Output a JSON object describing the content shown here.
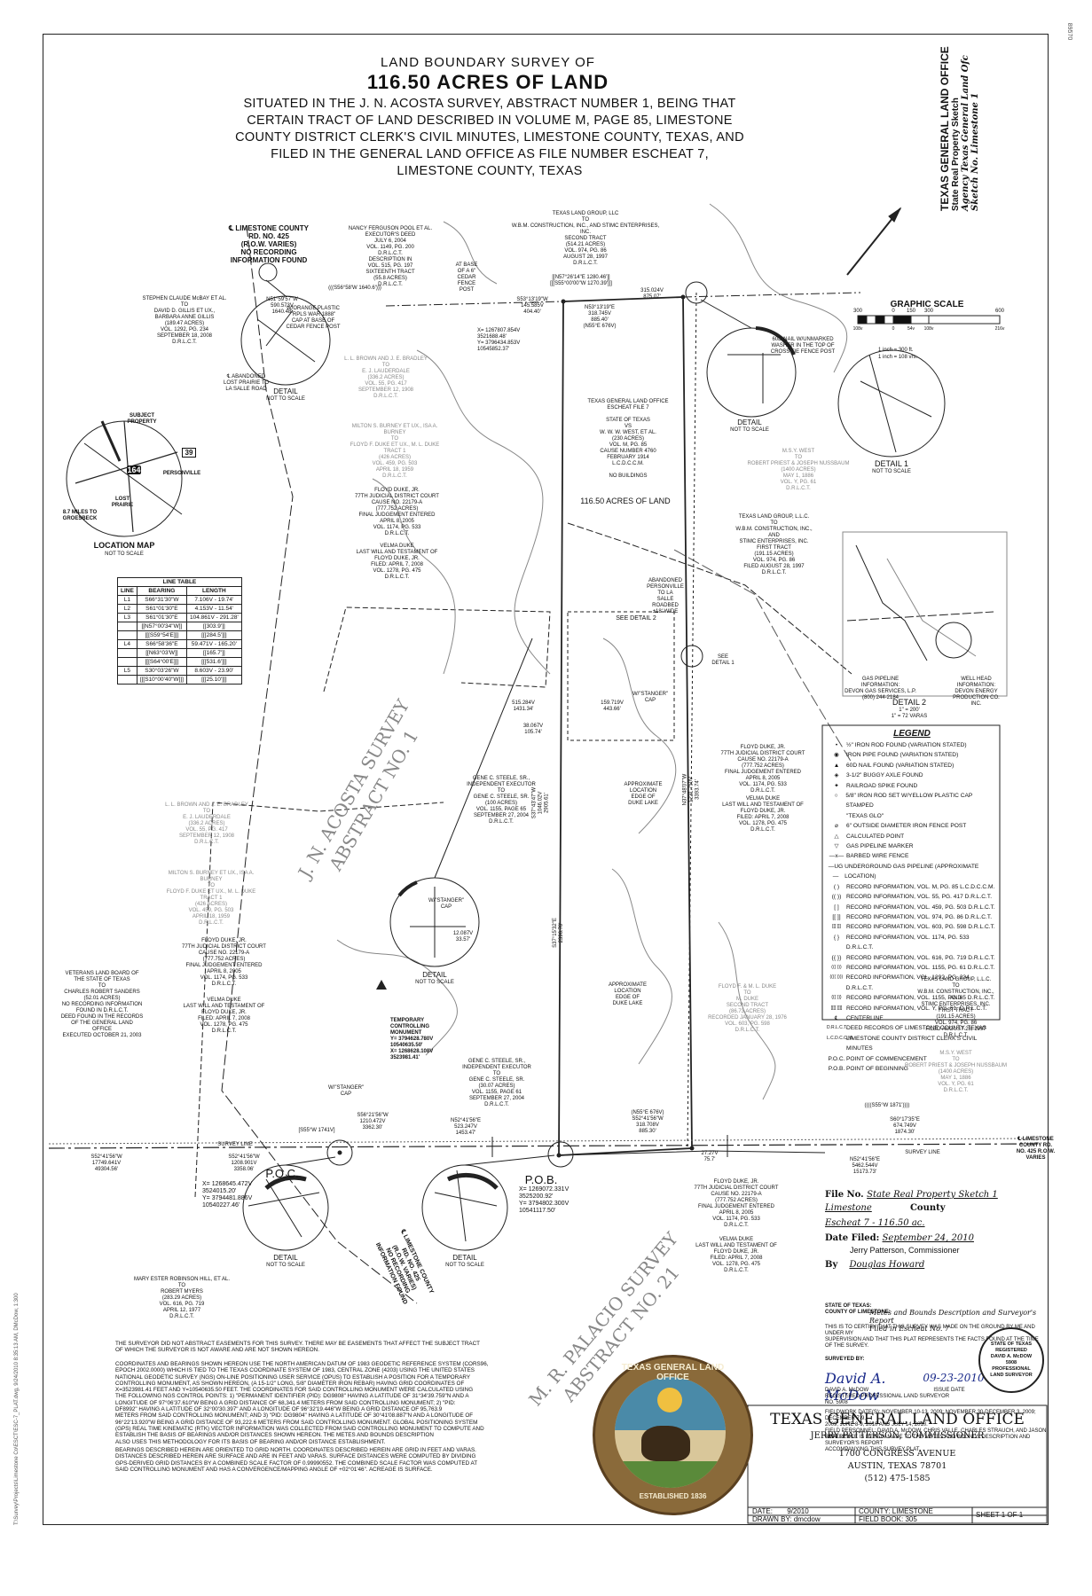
{
  "header": {
    "title_small": "LAND BOUNDARY SURVEY OF",
    "title_main": "116.50 ACRES OF LAND",
    "subtitle": "SITUATED IN THE J. N. ACOSTA SURVEY, ABSTRACT NUMBER 1, BEING THAT\nCERTAIN TRACT OF LAND DESCRIBED IN VOLUME M, PAGE 85, LIMESTONE\nCOUNTY DISTRICT CLERK'S CIVIL MINUTES, LIMESTONE COUNTY, TEXAS, AND\nFILED IN THE GENERAL LAND OFFICE AS FILE NUMBER ESCHEAT 7,\nLIMESTONE COUNTY, TEXAS"
  },
  "side_stamp": {
    "org": "TEXAS GENERAL LAND OFFICE",
    "line1": "State Real Property Sketch",
    "line2": "Agency  Texas General Land Ofc",
    "line3": "Sketch No.  Limestone 1"
  },
  "corner_note": "89570",
  "road_label": "℄ LIMESTONE COUNTY\nRD. NO. 425\n(R.O.W. VARIES)\nNO RECORDING\nINFORMATION FOUND",
  "road_label_2": "℄ LIMESTONE COUNTY\nRD. NO. 425\n(R.O.W. VARIES)\nNO RECORDING\nINFORMATION FOUND",
  "neighbors": {
    "ferguson": "NANCY FERGUSON POOL ET AL.\nEXECUTOR'S DEED\nJULY 6, 2004\nVOL. 1149, PG. 200\nD.R.L.C.T.\nDESCRIPTION IN\nVOL. 515, PG. 197\nSIXTEENTH TRACT\n(55.8 ACRES)\nD.R.L.C.T.",
    "texas_land_top": "TEXAS LAND GROUP, LLC\nTO\nW.B.M. CONSTRUCTION, INC., AND STIMC ENTERPRISES,\nINC.\nSECOND TRACT\n(514.21 ACRES)\nVOL. 974, PG. 86\nAUGUST 28, 1997\nD.R.L.C.T.",
    "mcbay": "STEPHEN CLAUDE McBAY ET AL.\nTO\nDAVID D. GILLIS ET UX.,\nBARBARA ANNE GILLIS\n(189.47 ACRES)\nVOL. 1292, PG. 234\nSEPTEMBER 18, 2008\nD.R.L.C.T.",
    "brown_bradley": "L. L. BROWN AND J. E. BRADLEY\nTO\nE. J. LAUDERDALE\n(336.2 ACRES)\nVOL. 55, PG. 417\nSEPTEMBER 12, 1908\nD.R.L.C.T.",
    "burney": "MILTON S. BURNEY ET UX., ISA A.\nBURNEY\nTO\nFLOYD F. DUKE ET UX., M. L. DUKE\nTRACT 1\n(426 ACRES)\nVOL. 459, PG. 503\nAPRIL 18, 1959\nD.R.L.C.T.",
    "floyd_duke": "FLOYD DUKE, JR.\n77TH JUDICIAL DISTRICT COURT\nCAUSE NO. 22179-A\n(777.752 ACRES)\nFINAL JUDGEMENT ENTERED\nAPRIL 8, 2005\nVOL. 1174, PG. 533\nD.R.L.C.T.",
    "velma_duke": "VELMA DUKE\nLAST WILL AND TESTAMENT OF\nFLOYD DUKE, JR.\nFILED: APRIL 7, 2008\nVOL. 1278, PG. 475\nD.R.L.C.T.",
    "state_of_texas": "TEXAS GENERAL LAND OFFICE\nESCHEAT FILE 7\n\nSTATE OF TEXAS\nVS\nW. W. W. WEST, ET AL.\n(230 ACRES)\nVOL. M, PG. 85\nCAUSE NUMBER 4760\nFEBRUARY 1914\nL.C.D.C.C.M.\n\nNO BUILDINGS",
    "tract_area": "116.50 ACRES OF LAND",
    "msy_west": "M.S.Y. WEST\nTO\nROBERT PRIEST & JOSEPH NUSSBAUM\n(1400 ACRES)\nMAY 1, 1886\nVOL. Y, PG. 61\nD.R.L.C.T.",
    "texas_land_first": "TEXAS LAND GROUP, L.L.C.\nTO\nW.B.M. CONSTRUCTION, INC.,\nAND\nSTIMC ENTERPRISES, INC.\nFIRST TRACT\n(191.15 ACRES)\nVOL. 974, PG. 86\nFILED AUGUST 28, 1997\nD.R.L.C.T.",
    "gene_steele": "GENE C. STEELE, SR.,\nINDEPENDENT EXECUTOR\nTO\nGENE C. STEELE, SR.\n(100 ACRES)\nVOL. 1155, PAGE 65\nSEPTEMBER 27, 2004\nD.R.L.C.T.",
    "gene_steele_2": "GENE C. STEELE, SR.,\nINDEPENDENT EXECUTOR\nTO\nGENE C. STEELE, SR.\n(30.07 ACRES)\nVOL. 1155, PAGE 61\nSEPTEMBER 27, 2004\nD.R.L.C.T.",
    "veterans": "VETERANS LAND BOARD OF\nTHE STATE OF TEXAS\nTO\nCHARLES ROBERT SANDERS\n(52.01 ACRES)\nNO RECORDING INFORMATION\nFOUND IN D.R.L.C.T.\nDEED FOUND IN THE RECORDS\nOF THE GENERAL LAND\nOFFICE\nEXECUTED OCTOBER 21, 2003",
    "robinson": "MARY ESTER ROBINSON HILL, ET AL.\nTO\nROBERT MYERS\n(283.29 ACRES)\nVOL. 616, PG. 719\nAPRIL 12, 1977\nD.R.L.C.T.",
    "ml_duke": "FLOYD F. & M. L. DUKE\nTO\nM. DUKE\nSECOND TRACT\n(86.73 ACRES)\nRECORDED JANUARY 28, 1976\nVOL. 603, PG. 598\nD.R.L.C.T."
  },
  "survey_names": {
    "acosta": "J. N. ACOSTA SURVEY\nABSTRACT NO. 1",
    "palacio": "M. R. PALACIO SURVEY\nABSTRACT NO. 21"
  },
  "location_map": {
    "title": "LOCATION MAP",
    "note": "NOT TO SCALE",
    "groesbeck": "8.7 MILES TO\nGROESBECK",
    "personville": "PERSONVILLE",
    "lost_prairie": "LOST\nPRAIRIE",
    "subject": "SUBJECT\nPROPERTY",
    "hwy": "164",
    "fm": "39"
  },
  "line_table": {
    "title": "LINE TABLE",
    "headers": [
      "LINE",
      "BEARING",
      "LENGTH"
    ],
    "rows": [
      [
        "L1",
        "S66°31'30\"W",
        "7.106V - 19.74'"
      ],
      [
        "L2",
        "S61°01'30\"E",
        "4.153V - 11.54'"
      ],
      [
        "L3",
        "S61°01'30\"E",
        "104.861V - 291.28'"
      ],
      [
        "",
        "[[N57°00'34\"W]]",
        "[[303.9']]"
      ],
      [
        "",
        "[[[S59°54'E]]]",
        "[[[284.5']]]"
      ],
      [
        "L4",
        "S66°58'36\"E",
        "59.471V - 165.20'"
      ],
      [
        "",
        "[[N63°03'W]]",
        "[[165.7']]"
      ],
      [
        "",
        "[[[S64°00'E]]]",
        "[[[531.6']]]"
      ],
      [
        "L5",
        "S30°03'26\"W",
        "8.603V - 23.90'"
      ],
      [
        "",
        "[[[S10°00'40\"W]]]",
        "[[[25.10']]]"
      ]
    ]
  },
  "graphic_scale": {
    "title": "GRAPHIC SCALE",
    "ticks": [
      "300",
      "0",
      "150",
      "300",
      "600"
    ],
    "ticks_v": [
      "108v",
      "0",
      "54v",
      "108v",
      "216v"
    ],
    "line1": "1 inch = 300 ft.",
    "line2": "1 inch = 108 vrs."
  },
  "details": {
    "detail_label": "DETAIL",
    "not_to_scale": "NOT TO SCALE",
    "detail1": "DETAIL 1",
    "detail2": "DETAIL 2",
    "detail2_scale": "1\" = 200'\n1\" = 72 VARAS",
    "see_detail_2": "SEE DETAIL 2",
    "see_detail_1": "SEE\nDETAIL 1"
  },
  "calls": {
    "pob": "P.O.B.",
    "pob_coords": "X= 1269072.331V\n3525200.92'\nY= 3794802.300V\n10541117.50'",
    "poc": "P.O.C.",
    "poc_coords": "X= 1268645.472V\n3524015.20'\nY= 3794481.886V\n10540227.46'",
    "nw_coords": "X= 1267807.854V\n3521688.48'\nY= 3796434.853V\n10545852.37'",
    "monument": "TEMPORARY\nCONTROLLING\nMONUMENT\nY= 3794628.780V\n10540635.50'\nX= 1268628.108V\n3523981.41'",
    "north_line": "N53°13'19\"E\n318.745V\n885.40'\n(N55°E 676V)",
    "north_line_2": "S53°13'19\"W\n145.585V\n404.40'",
    "east_line": "315.024V\n875.07'",
    "south_line": "(N55°E 676V)\nS52°41'56\"W\n318.708V\n885.30'",
    "survey_line": "S52°41'56\"W\n17749.641V\n49304.56'",
    "survey_line_label": "SURVEY LINE",
    "survey_line_2": "S52°41'56\"W\n1208.901V\n3358.06'",
    "bearing_a": "N52°41'56\"E\n523.247V\n1453.47'",
    "bearing_b": "N52°41'56\"E\n5462.544V\n15173.73'",
    "bearing_c": "N51°59'57\"W\n590.573V\n1640.48'",
    "bearing_d": "(((S56°58'W 1640.6')))",
    "bearing_e": "[[N57°26'14\"E 1280.46']]\n[[[S55°00'00\"W 1270.39']]]",
    "bearing_f": "S60°17'35\"E\n674.749V\n1874.30'",
    "bearing_g": "((((S55°W 1871'))))",
    "bearing_h": "515.284V\n1431.34'",
    "bearing_i": "38.067V\n105.74'",
    "bearing_j": "159.719V\n443.66'",
    "bearing_k": "12.087V\n33.57'",
    "bearing_l": "27.27V\n75.7'",
    "bearing_m": "S56°21'56\"W\n1210.472V\n3362.30'",
    "bearing_n": "[S55°W 1741V]",
    "west_vertical": "S37°43'47\"W\n1046.02V\n2905.61'",
    "east_vertical": "N37°48'07\"W\n1221.750V\n3393.74'",
    "east_vertical_2": "S37°15'32\"E\n2396.70'",
    "old_road": "ABANDONED\nPERSONVILLE\nTO LA\nSALLE\nROADBED\n±18' WIDE",
    "lost_prairie_road": "℄ ABANDONED\nLOST PRAIRIE TO\nLA SALLE ROAD",
    "lake1": "APPROXIMATE\nLOCATION\nEDGE OF\nDUKE LAKE",
    "lake2": "APPROXIMATE\nLOCATION\nEDGE OF\nDUKE LAKE",
    "fence_note": "AT BASE\nOF A 6\"\nCEDAR\nFENCE\nPOST",
    "iron_rod": "W/ORANGE PLASTIC\n\"RPLS WAR 1888\"\nCAP AT BASE OF\nCEDAR FENCE POST",
    "stanger_cap": "W/\"STANGER\"\nCAP",
    "nail_note": "60D NAIL W/UNMARKED\nWASHER IN THE TOP OF\nCROSS TIE FENCE POST",
    "oil_well": "WELL HEAD\nINFORMATION:\nDEVON ENERGY\nPRODUCTION CO. INC.",
    "gas_line": "GAS PIPELINE\nINFORMATION:\nDEVON GAS SERVICES, L.P.\n(800) 244-2184",
    "way_road": "℄ LIMESTONE COUNTY RD.\nNO. 425 R.O.W.\nVARIES"
  },
  "legend": {
    "title": "LEGEND",
    "items": [
      {
        "sym": "•",
        "text": "½\" IRON ROD FOUND (VARIATION STATED)"
      },
      {
        "sym": "◉",
        "text": "IRON PIPE FOUND (VARIATION STATED)"
      },
      {
        "sym": "▲",
        "text": "60D NAIL FOUND (VARIATION STATED)"
      },
      {
        "sym": "◈",
        "text": "3-1/2\" BUGGY AXLE FOUND"
      },
      {
        "sym": "✦",
        "text": "RAILROAD SPIKE FOUND"
      },
      {
        "sym": "○",
        "text": "5/8\" IRON ROD SET W/YELLOW PLASTIC CAP STAMPED"
      },
      {
        "sym": "",
        "text": "\"TEXAS GLO\""
      },
      {
        "sym": "⌀",
        "text": "6\" OUTSIDE DIAMETER IRON FENCE POST"
      },
      {
        "sym": "△",
        "text": "CALCULATED POINT"
      },
      {
        "sym": "▽",
        "text": "GAS PIPELINE MARKER"
      },
      {
        "sym": "—x—",
        "text": "BARBED WIRE FENCE"
      },
      {
        "sym": "—UG—",
        "text": "UNDERGROUND GAS PIPELINE (APPROXIMATE LOCATION)"
      },
      {
        "sym": "( )",
        "text": "RECORD INFORMATION, VOL. M, PG. 85 L.C.D.C.C.M."
      },
      {
        "sym": "(( ))",
        "text": "RECORD INFORMATION, VOL. 55, PG. 417 D.R.L.C.T."
      },
      {
        "sym": "[ ]",
        "text": "RECORD INFORMATION, VOL. 459, PG. 503 D.R.L.C.T."
      },
      {
        "sym": "[[ ]]",
        "text": "RECORD INFORMATION, VOL. 974, PG. 86 D.R.L.C.T."
      },
      {
        "sym": "[[[ ]]]",
        "text": "RECORD INFORMATION, VOL. 603, PG. 598 D.R.L.C.T."
      },
      {
        "sym": "{ }",
        "text": "RECORD INFORMATION, VOL. 1174, PG. 533 D.R.L.C.T."
      },
      {
        "sym": "{{ }}",
        "text": "RECORD INFORMATION, VOL. 616, PG. 719 D.R.L.C.T."
      },
      {
        "sym": "((( )))",
        "text": "RECORD INFORMATION, VOL. 1155, PG. 61 D.R.L.C.T."
      },
      {
        "sym": "(((( ))))",
        "text": "RECORD INFORMATION, VOL. 1292, PG. 234, D.R.L.C.T."
      },
      {
        "sym": "{{{ }}}",
        "text": "RECORD INFORMATION, VOL. 1155, PG. 65 D.R.L.C.T."
      },
      {
        "sym": "[[[[ ]]]]",
        "text": "RECORD INFORMATION, VOL. Y, PG. 61. D.R.L.C.T."
      },
      {
        "sym": "℄",
        "text": "CENTERLINE"
      },
      {
        "sym": "D.R.L.C.T.",
        "text": "DEED RECORDS OF LIMESTONE COUNTY, TEXAS"
      },
      {
        "sym": "L.C.D.C.C.M.",
        "text": "LIMESTONE COUNTY DISTRICT CLERK'S CIVIL MINUTES"
      },
      {
        "sym": "P.O.C.",
        "text": "POINT OF COMMENCEMENT"
      },
      {
        "sym": "P.O.B.",
        "text": "POINT OF BEGINNING"
      }
    ]
  },
  "filing": {
    "file_no_label": "File No.",
    "file_no": "State Real Property Sketch 1",
    "county_label": "County",
    "county": "Limestone",
    "escheat": "Escheat 7 - 116.50 ac.",
    "date_filed_label": "Date Filed:",
    "date_filed": "September 24, 2010",
    "commissioner": "Jerry Patterson, Commissioner",
    "by_label": "By",
    "by": "Douglas Howard",
    "state": "STATE OF TEXAS:\nCOUNTY OF LIMESTONE:",
    "filed_note": "Metes and Bounds Description and Surveyor's Report\nFiled in Escheat No. 7",
    "certify": "THIS IS TO CERTIFY THAT THIS SURVEY WAS MADE ON THE GROUND BY ME AND UNDER MY\nSUPERVISION AND THAT THIS PLAT REPRESENTS THE FACTS FOUND AT THE TIME OF THE SURVEY.",
    "surveyed_by": "SURVEYED BY:",
    "signature": "David A. McDow",
    "sign_date": "09-23-2010",
    "surveyor": "DAVID A. McDOW\nREGISTERED PROFESSIONAL LAND SURVEYOR\nNO. 5908",
    "issue_date": "ISSUE DATE",
    "fieldwork": "FIELDWORK DATE(S): NOVEMBER 10-13, 2009; NOVEMBER 30-DECEMBER 3, 2009; DECEMBER 7-9,\n2009; JUNE 8-9, 2010 AND JULY 14, 2010.\nFIELD PERSONNEL: DAVID A. McDOW, CHRIS VALLE, CHARLES STRAUCH, AND JASON SMALLEY.",
    "reference": "REFERENCE IS HEREIN MADE TO THE METES AND BOUNDS DESCRIPTION AND SURVEYOR'S REPORT\nACCOMPANYING THIS SURVEY PLAT.",
    "seal": "STATE OF TEXAS\nREGISTERED\nDAVID A. McDOW\n5908\nPROFESSIONAL\nLAND SURVEYOR"
  },
  "notes": {
    "p1": "THE SURVEYOR DID NOT ABSTRACT EASEMENTS FOR THIS SURVEY. THERE MAY BE EASEMENTS THAT AFFECT THE SUBJECT TRACT\nOF WHICH THE SURVEYOR IS NOT AWARE AND ARE NOT SHOWN HEREON.",
    "p2": "COORDINATES AND BEARINGS SHOWN HEREON USE THE NORTH AMERICAN DATUM OF 1983 GEODETIC REFERENCE SYSTEM (CORS96,\nEPOCH 2002.0000) WHICH IS TIED TO THE TEXAS COORDINATE SYSTEM OF 1983, CENTRAL ZONE (4203) USING THE UNITED STATES\nNATIONAL GEODETIC SURVEY (NGS) ON-LINE POSITIONING USER SERVICE (OPUS) TO ESTABLISH A POSITION FOR A TEMPORARY\nCONTROLLING MONUMENT, AS SHOWN HEREON, (A 15-1/2\" LONG, 5/8\" DIAMETER IRON REBAR) HAVING GRID COORDINATES OF\nX=3523981.41 FEET AND Y=10540635.50 FEET. THE COORDINATES FOR SAID CONTROLLING MONUMENT WERE CALCULATED USING\nTHE FOLLOWING NGS CONTROL POINTS: 1) \"PERMANENT IDENTIFIER (PID): DG9808\" HAVING A LATITUDE OF 31°34'39.759\"N AND A\nLONGITUDE OF 97°06'37.610\"W BEING A GRID DISTANCE OF 68,341.4 METERS FROM SAID CONTROLLING MONUMENT; 2) \"PID:\nDF8992\" HAVING A LATITUDE OF 32°00'30.397\" AND A LONGITUDE OF 96°32'19.446\"W BEING A GRID DISTANCE OF 95,763.9\nMETERS FROM SAID CONTROLLING MONUMENT; AND 3) \"PID: DG9804\" HAVING A LATITUDE OF 30°41'08.887\"N AND A LONGITUDE OF\n96°22'13.920\"W BEING A GRID DISTANCE OF 93,222.6 METERS FROM SAID CONTROLLING MONUMENT. GLOBAL POSITIONING SYSTEM\n(GPS) REAL TIME KINEMATIC (RTK) VECTOR INFORMATION WAS COLLECTED FROM SAID CONTROLLING MONUMENT TO COMPUTE AND\nESTABLISH THE BASIS OF BEARINGS AND/OR DISTANCES SHOWN HEREON. THE METES AND BOUNDS DESCRIPTION\nALSO USES THIS METHODOLOGY FOR ITS BASIS OF BEARING AND/OR DISTANCE ESTABLISHMENT.",
    "p3": "BEARINGS DESCRIBED HEREIN ARE ORIENTED TO GRID NORTH. COORDINATES DESCRIBED HEREIN ARE GRID IN FEET AND VARAS.\nDISTANCES DESCRIBED HEREIN ARE SURFACE AND ARE IN FEET AND VARAS. SURFACE DISTANCES WERE COMPUTED BY DIVIDING\nGPS-DERIVED GRID DISTANCES BY A COMBINED SCALE FACTOR OF 0.99990552. THE COMBINED SCALE FACTOR WAS COMPUTED AT\nSAID CONTROLLING MONUMENT AND HAS A CONVERGENCE/MAPPING ANGLE OF +02°01'46\". ACREAGE IS SURFACE."
  },
  "gl_seal": {
    "ring": "TEXAS GENERAL LAND OFFICE",
    "bottom": "ESTABLISHED 1836"
  },
  "title_block": {
    "org": "TEXAS GENERAL LAND OFFICE",
    "commissioner": "JERRY PATTERSON, COMMISSIONER",
    "address1": "1700 CONGRESS AVENUE",
    "address2": "AUSTIN, TEXAS 78701",
    "phone": "(512) 475-1585",
    "date_label": "DATE:",
    "date": "9/2010",
    "drawn_label": "DRAWN BY:",
    "drawn": "dmcdow",
    "county_label": "COUNTY:",
    "county": "LIMESTONE",
    "field_label": "FIELD BOOK:",
    "field": "305",
    "sheet": "SHEET  1  OF  1"
  },
  "file_path": "T:\\Survey\\Projects\\Limestone Co\\ESCT\\ESC-7_PLAT.dwg, 9/24/2010 8:35:13 AM, DMcDow, 1:300"
}
